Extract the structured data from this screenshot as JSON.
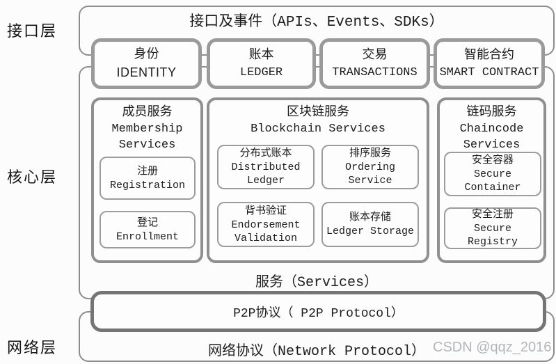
{
  "diagram": {
    "layers": [
      {
        "label": "接口层"
      },
      {
        "label": "核心层"
      },
      {
        "label": "网络层"
      }
    ],
    "interface_title": "接口及事件（APIs、Events、SDKs）",
    "interface_boxes": [
      {
        "zh": "身份",
        "en": "IDENTITY"
      },
      {
        "zh": "账本",
        "en": "LEDGER"
      },
      {
        "zh": "交易",
        "en": "TRANSACTIONS"
      },
      {
        "zh": "智能合约",
        "en": "SMART CONTRACT"
      }
    ],
    "core_groups": [
      {
        "zh": "成员服务",
        "en": "Membership Services",
        "items": [
          {
            "zh": "注册",
            "en": "Registration"
          },
          {
            "zh": "登记",
            "en": "Enrollment"
          }
        ]
      },
      {
        "zh": "区块链服务",
        "en": "Blockchain Services",
        "items": [
          {
            "zh": "分布式账本",
            "en": "Distributed Ledger"
          },
          {
            "zh": "排序服务",
            "en": "Ordering Service"
          },
          {
            "zh": "背书验证",
            "en": "Endorsement Validation"
          },
          {
            "zh": "账本存储",
            "en": "Ledger Storage"
          }
        ]
      },
      {
        "zh": "链码服务",
        "en": "Chaincode Services",
        "items": [
          {
            "zh": "安全容器",
            "en": "Secure Container"
          },
          {
            "zh": "安全注册",
            "en": "Secure Registry"
          }
        ]
      }
    ],
    "services_caption": "服务（Services）",
    "p2p_caption": "P2P协议（ P2P Protocol）",
    "network_caption": "网络协议（Network Protocol）",
    "watermark": "CSDN @qqz_2016",
    "colors": {
      "border_thin": "#8d8d8d",
      "border_thick": "#9a9a9a",
      "border_p2p": "#757575",
      "text": "#1c1c1c",
      "watermark": "#b2b6ba"
    }
  }
}
